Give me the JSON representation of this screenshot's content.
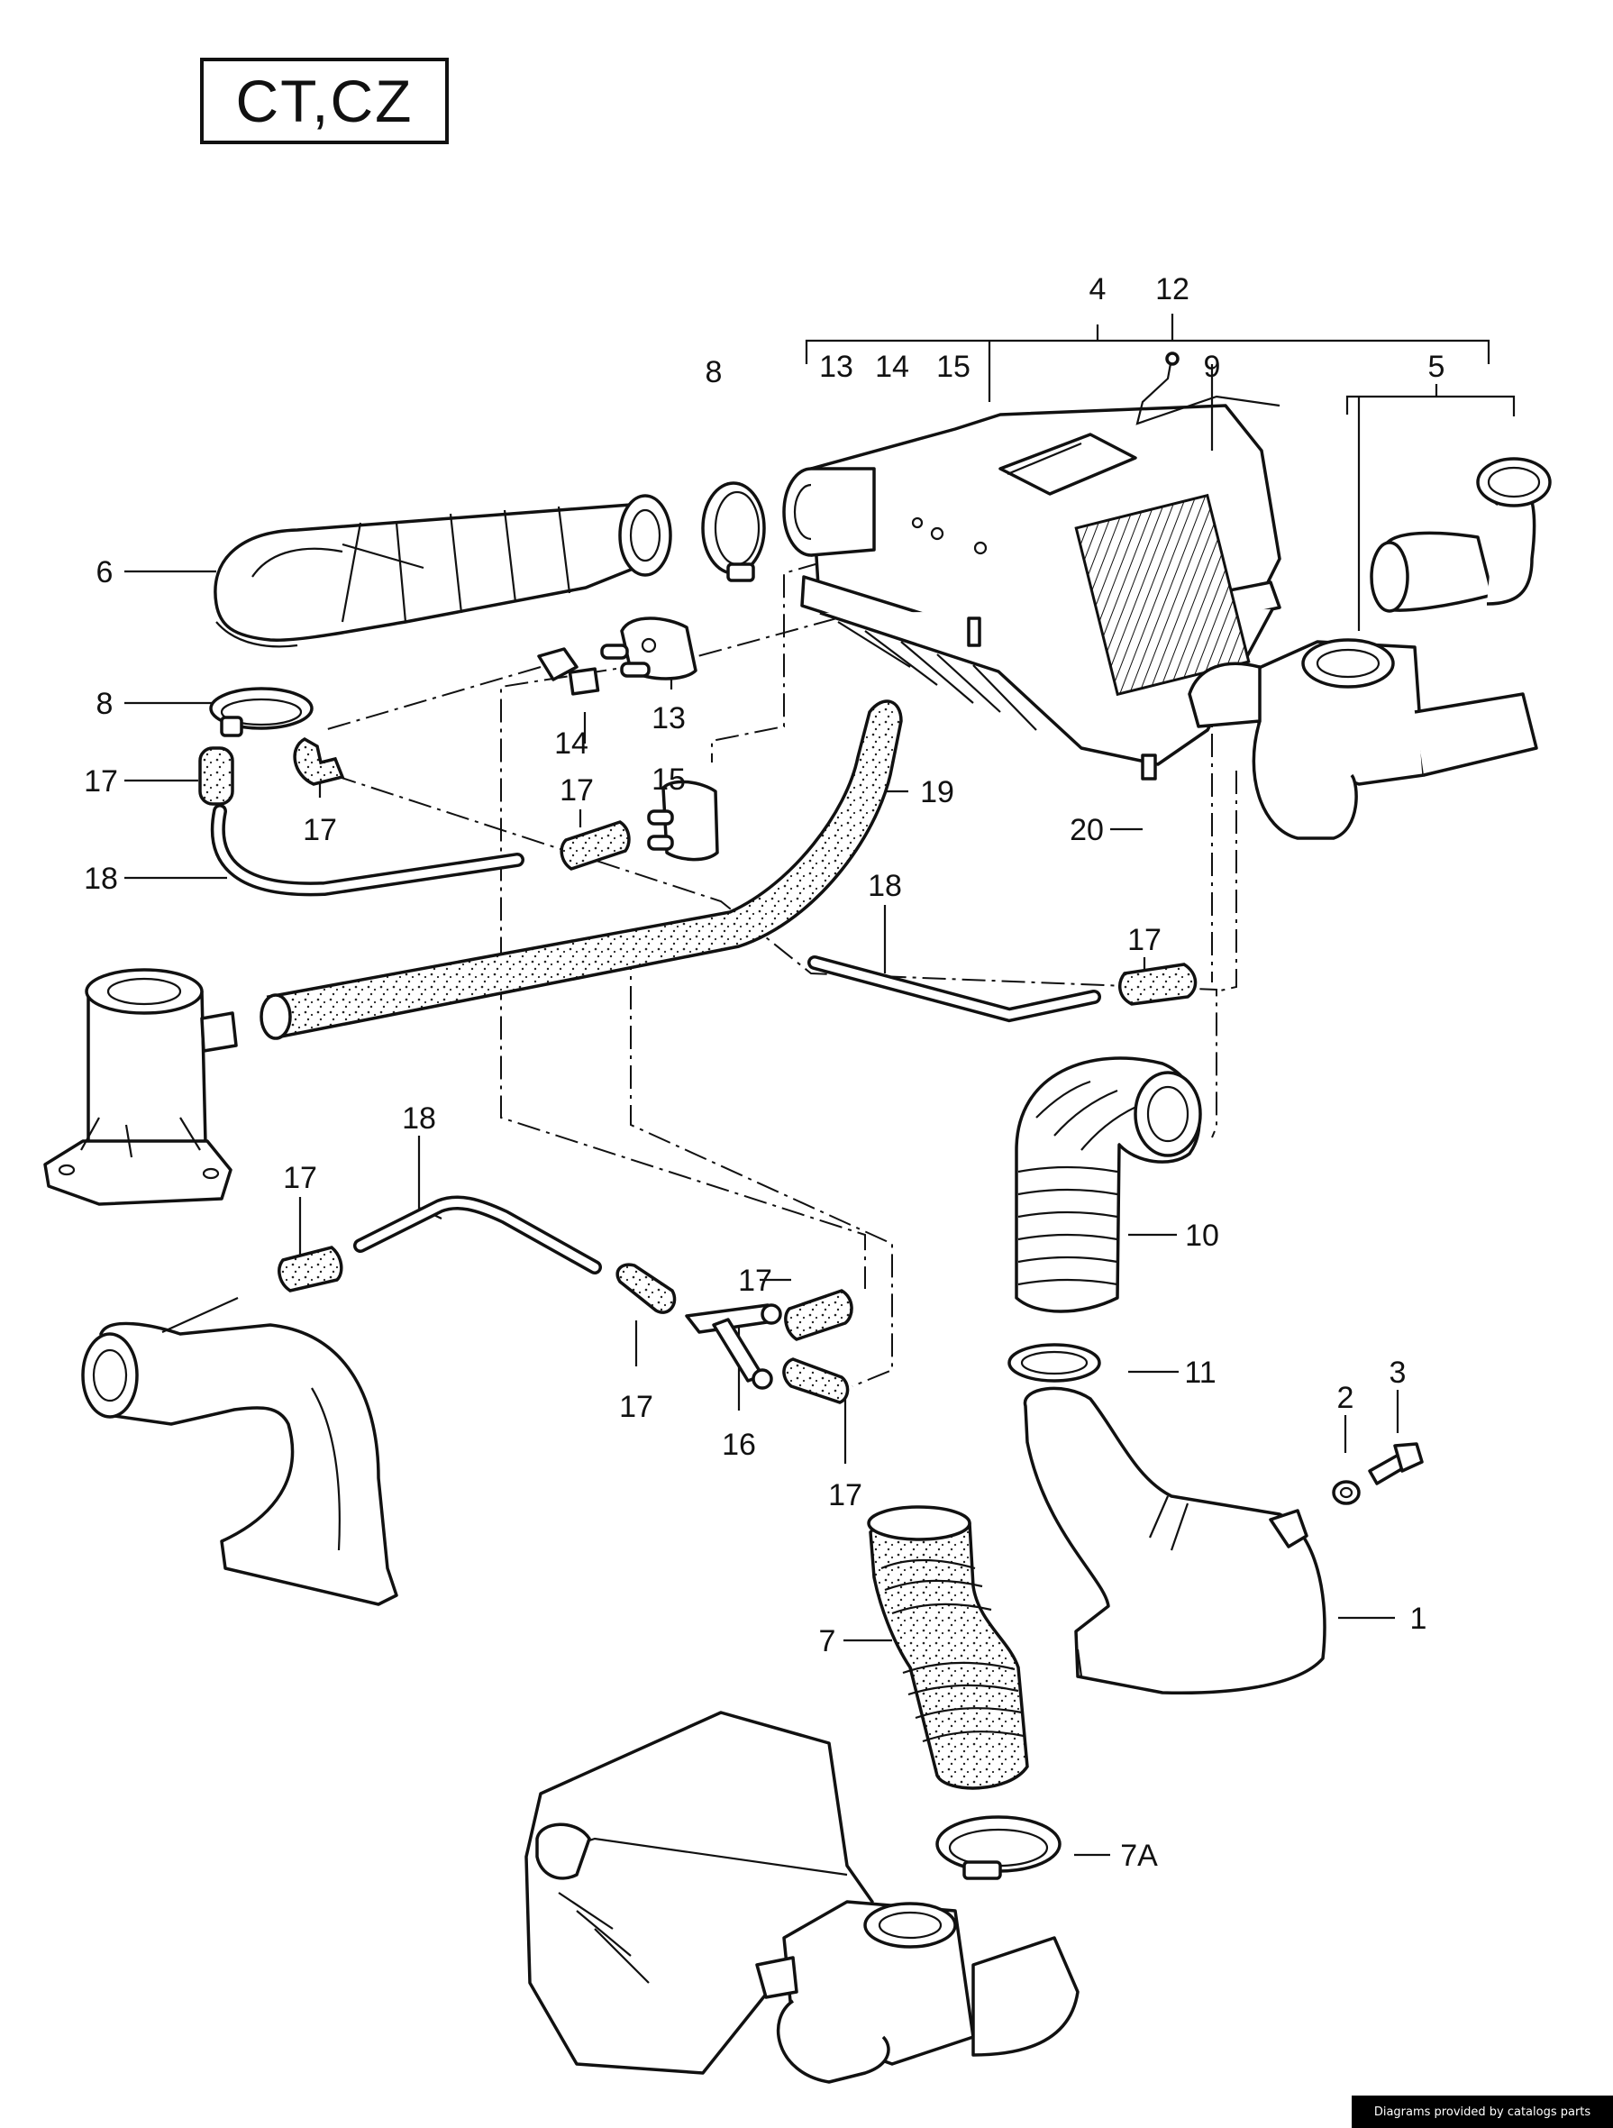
{
  "title": "CT,CZ",
  "footer": "Diagrams provided by catalogs parts",
  "callouts": [
    {
      "id": "c4",
      "text": "4"
    },
    {
      "id": "c12",
      "text": "12"
    },
    {
      "id": "c13-top",
      "text": "13"
    },
    {
      "id": "c14-top",
      "text": "14"
    },
    {
      "id": "c15-top",
      "text": "15"
    },
    {
      "id": "c9",
      "text": "9"
    },
    {
      "id": "c5",
      "text": "5"
    },
    {
      "id": "c8-top",
      "text": "8"
    },
    {
      "id": "c6",
      "text": "6"
    },
    {
      "id": "c8-left",
      "text": "8"
    },
    {
      "id": "c17-left",
      "text": "17"
    },
    {
      "id": "c17-elbow",
      "text": "17"
    },
    {
      "id": "c14",
      "text": "14"
    },
    {
      "id": "c13",
      "text": "13"
    },
    {
      "id": "c17-mid",
      "text": "17"
    },
    {
      "id": "c15",
      "text": "15"
    },
    {
      "id": "c19",
      "text": "19"
    },
    {
      "id": "c20",
      "text": "20"
    },
    {
      "id": "c18-left",
      "text": "18"
    },
    {
      "id": "c18-mid",
      "text": "18"
    },
    {
      "id": "c17-right",
      "text": "17"
    },
    {
      "id": "c18-low",
      "text": "18"
    },
    {
      "id": "c17-low-left",
      "text": "17"
    },
    {
      "id": "c10",
      "text": "10"
    },
    {
      "id": "c17-tee",
      "text": "17"
    },
    {
      "id": "c17-under",
      "text": "17"
    },
    {
      "id": "c16",
      "text": "16"
    },
    {
      "id": "c17-bottom",
      "text": "17"
    },
    {
      "id": "c11",
      "text": "11"
    },
    {
      "id": "c2",
      "text": "2"
    },
    {
      "id": "c3",
      "text": "3"
    },
    {
      "id": "c1",
      "text": "1"
    },
    {
      "id": "c7",
      "text": "7"
    },
    {
      "id": "c7a",
      "text": "7A"
    }
  ]
}
